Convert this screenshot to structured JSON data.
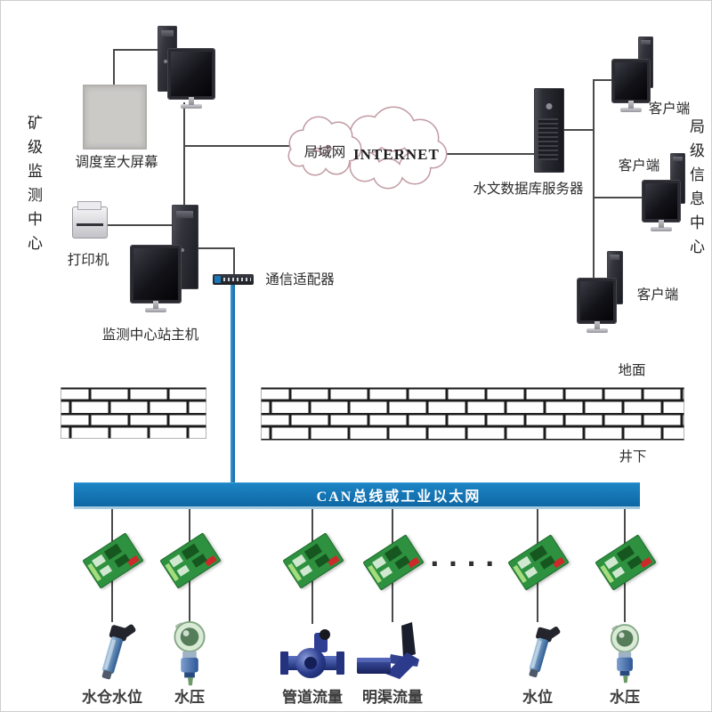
{
  "page": {
    "bg": "#ffffff",
    "border": "#cfcfcf"
  },
  "surface": {
    "mine_center_label": "矿级监测中心",
    "bureau_center_label": "局级信息中心",
    "big_screen_label": "调度室大屏幕",
    "printer_label": "打印机",
    "host_label": "监测中心站主机",
    "adapter_label": "通信适配器",
    "lan_label": "局域网",
    "internet_label": "INTERNET",
    "server_label": "水文数据库服务器",
    "clients": [
      {
        "label": "客户端"
      },
      {
        "label": "客户端"
      },
      {
        "label": "客户端"
      }
    ],
    "ground_label": "地面",
    "underground_label": "井下"
  },
  "bus": {
    "label": "CAN总线或工业以太网",
    "color": "#1476b3"
  },
  "underground": {
    "ellipsis": "····",
    "sensors": [
      {
        "type": "level-sensor",
        "label": "水仓水位"
      },
      {
        "type": "pressure-sensor",
        "label": "水压"
      },
      {
        "type": "pipe-flow-meter",
        "label": "管道流量"
      },
      {
        "type": "channel-flow-sensor",
        "label": "明渠流量"
      },
      {
        "type": "level-sensor",
        "label": "水位"
      },
      {
        "type": "pressure-sensor",
        "label": "水压"
      }
    ]
  },
  "colors": {
    "connector_line": "#4a4a4a",
    "bus_blue": "#1476b3",
    "riser_blue": "#1b7cc0",
    "cloud_outline": "#c29ba4",
    "pcb_green": "#2e9140"
  }
}
